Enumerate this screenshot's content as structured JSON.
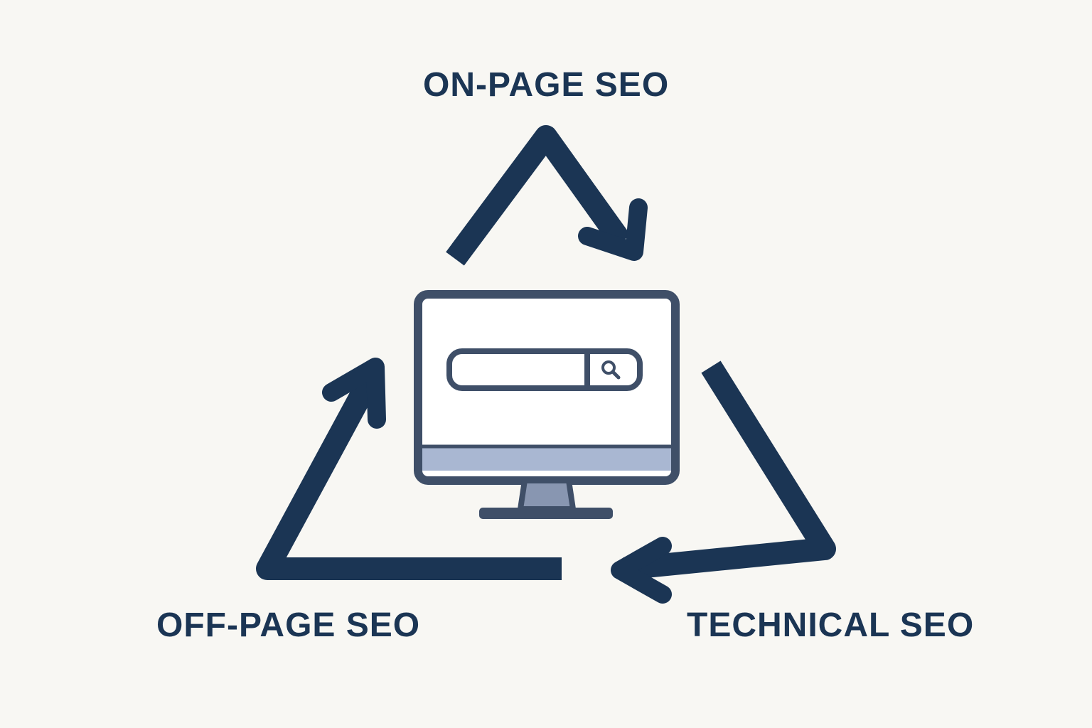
{
  "labels": {
    "top": "ON-PAGE SEO",
    "left": "OFF-PAGE SEO",
    "right": "TECHNICAL SEO"
  },
  "colors": {
    "background": "#f8f7f3",
    "navy": "#1b3554",
    "slate": "#3f4f68",
    "light_blue": "#a9b7d2",
    "stand": "#8896b1",
    "screen": "#ffffff"
  },
  "icons": {
    "center": "computer-monitor-icon",
    "search": "magnifier-icon"
  }
}
